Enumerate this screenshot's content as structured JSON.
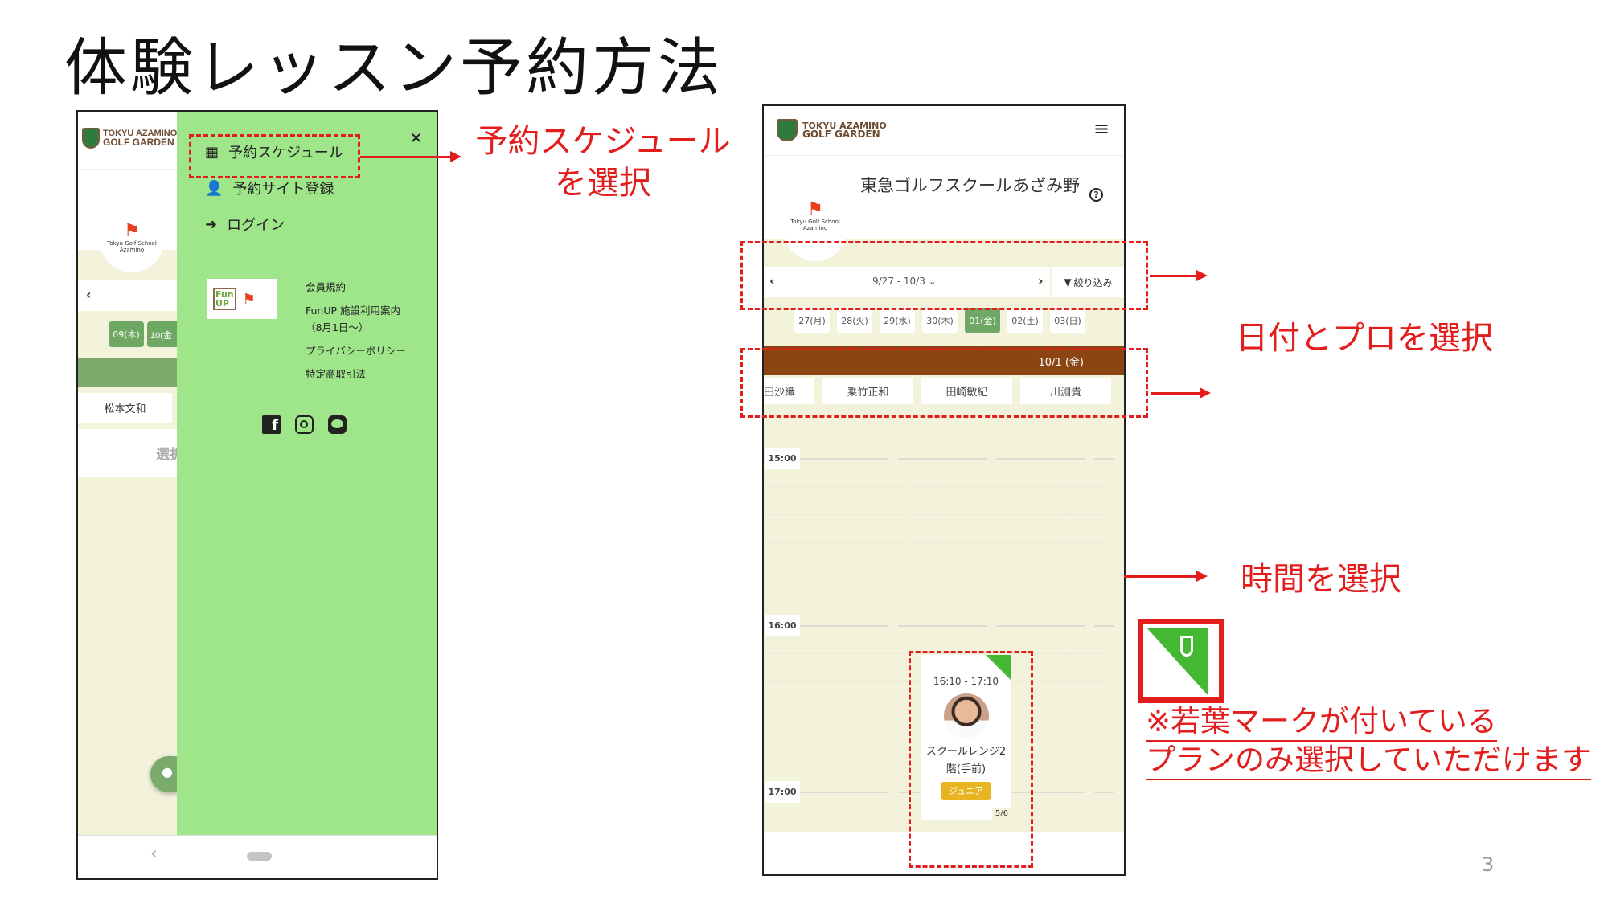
{
  "slide": {
    "title": "体験レッスン予約方法",
    "page_number": "3"
  },
  "left_phone": {
    "brand": {
      "line1": "TOKYU AZAMINO",
      "line2": "GOLF GARDEN"
    },
    "school_logo": {
      "line1": "Tokyu Golf School",
      "line2": "Azamino"
    },
    "background": {
      "prev": "‹",
      "chips": [
        "09(木)",
        "10(金"
      ],
      "pro_name": "松本文和",
      "select_text": "選択"
    },
    "menu": {
      "close": "×",
      "items": [
        {
          "label": "予約スケジュール",
          "icon": "calendar-icon"
        },
        {
          "label": "予約サイト登録",
          "icon": "user-plus-icon"
        },
        {
          "label": "ログイン",
          "icon": "sign-in-icon"
        }
      ],
      "funup_logo": {
        "line1": "Fun",
        "line2": "UP"
      },
      "links": [
        "会員規約",
        "FunUP 施設利用案内",
        "（8月1日～）",
        "プライバシーポリシー",
        "特定商取引法"
      ],
      "social": [
        "facebook-icon",
        "instagram-icon",
        "line-icon"
      ]
    },
    "nav": {
      "back": "‹"
    }
  },
  "right_phone": {
    "brand": {
      "line1": "TOKYU AZAMINO",
      "line2": "GOLF GARDEN"
    },
    "school_logo": {
      "line1": "Tokyu Golf School",
      "line2": "Azamino"
    },
    "school_name": "東急ゴルフスクールあざみ野",
    "help": "?",
    "week_range": "9/27 - 10/3",
    "prev": "‹",
    "next": "›",
    "filter_label": "絞り込み",
    "days": [
      {
        "label": "27(月)"
      },
      {
        "label": "28(火)"
      },
      {
        "label": "29(水)"
      },
      {
        "label": "30(木)"
      },
      {
        "label": "01(金)",
        "selected": true
      },
      {
        "label": "02(土)"
      },
      {
        "label": "03(日)"
      }
    ],
    "date_header": "10/1 (金)",
    "pros": [
      "田沙織",
      "乗竹正和",
      "田崎敏紀",
      "川淵貴"
    ],
    "times": [
      "15:00",
      "16:00",
      "17:00"
    ],
    "lesson": {
      "time": "16:10 - 17:10",
      "place_line1": "スクールレンジ2",
      "place_line2": "階(手前)",
      "tag": "ジュニア",
      "capacity": "5/6"
    }
  },
  "annotations": {
    "menu_line1": "予約スケジュール",
    "menu_line2": "を選択",
    "date_pro": "日付とプロを選択",
    "time": "時間を選択",
    "note_line1": "※若葉マークが付いている",
    "note_line2": "プランのみ選択していただけます"
  },
  "colors": {
    "accent": "#e31c1c",
    "menu_green": "#9fe68b",
    "chip_green": "#6fa864",
    "brown": "#8b4513",
    "leaf": "#44b833",
    "tag": "#e8b422"
  }
}
